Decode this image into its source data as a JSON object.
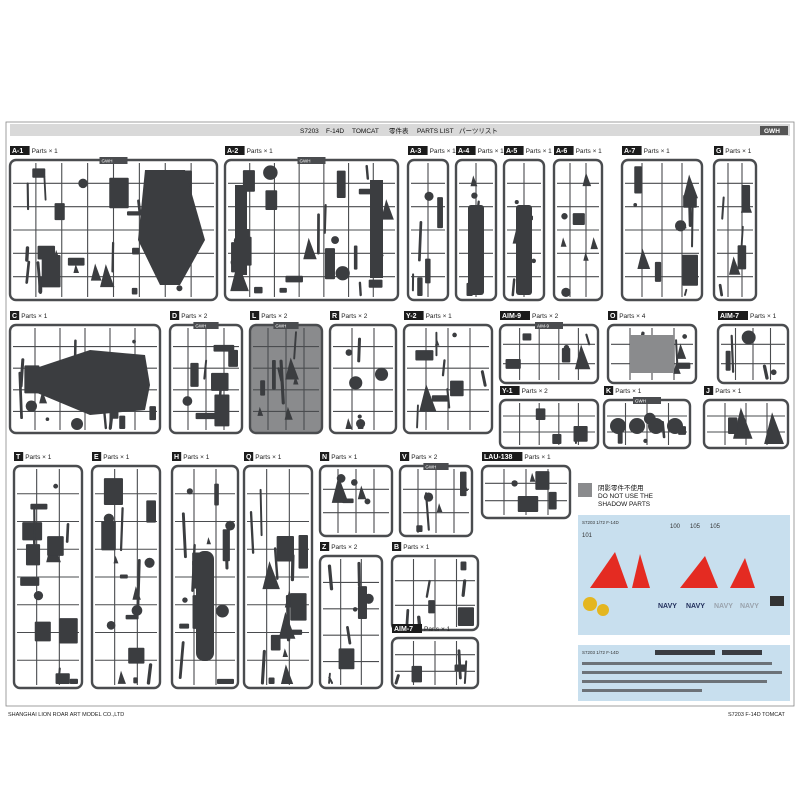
{
  "header": {
    "code": "S7203",
    "model": "F-14D",
    "name": "TOMCAT",
    "cn": "零件表",
    "parts_list": "PARTS LIST",
    "jp": "パーツリスト",
    "logo": "GWH"
  },
  "footer": {
    "company": "SHANGHAI LION ROAR ART MODEL CO.,LTD",
    "right": "S7203    F-14D    TOMCAT"
  },
  "sprues": [
    {
      "id": "A-1",
      "qty": "Parts × 1",
      "tag": "GWH"
    },
    {
      "id": "A-2",
      "qty": "Parts × 1",
      "tag": "GWH"
    },
    {
      "id": "A-3",
      "qty": "Parts × 1"
    },
    {
      "id": "A-4",
      "qty": "Parts × 1"
    },
    {
      "id": "A-5",
      "qty": "Parts × 1"
    },
    {
      "id": "A-6",
      "qty": "Parts × 1"
    },
    {
      "id": "A-7",
      "qty": "Parts × 1"
    },
    {
      "id": "G",
      "qty": "Parts × 1"
    },
    {
      "id": "C",
      "qty": "Parts × 1"
    },
    {
      "id": "D",
      "qty": "Parts × 2",
      "tag": "GWH"
    },
    {
      "id": "L",
      "qty": "Parts × 2",
      "tag": "GWH"
    },
    {
      "id": "R",
      "qty": "Parts × 2"
    },
    {
      "id": "Y-2",
      "qty": "Parts × 1"
    },
    {
      "id": "AIM-9",
      "qty": "Parts × 2",
      "tag": "AIM-9"
    },
    {
      "id": "O",
      "qty": "Parts × 4"
    },
    {
      "id": "AIM-7",
      "qty": "Parts × 1"
    },
    {
      "id": "Y-1",
      "qty": "Parts × 2"
    },
    {
      "id": "K",
      "qty": "Parts × 1",
      "tag": "GWH"
    },
    {
      "id": "J",
      "qty": "Parts × 1"
    },
    {
      "id": "T",
      "qty": "Parts × 1"
    },
    {
      "id": "E",
      "qty": "Parts × 1"
    },
    {
      "id": "H",
      "qty": "Parts × 1"
    },
    {
      "id": "Q",
      "qty": "Parts × 1"
    },
    {
      "id": "N",
      "qty": "Parts × 1"
    },
    {
      "id": "V",
      "qty": "Parts × 2",
      "tag": "GWH"
    },
    {
      "id": "LAU-138",
      "qty": "Parts × 1"
    },
    {
      "id": "Z",
      "qty": "Parts × 2"
    },
    {
      "id": "B",
      "qty": "Parts × 1"
    },
    {
      "id": "AIM-7",
      "qty": "Parts × 1"
    }
  ],
  "notice": {
    "cn": "阴影零件不使用",
    "line1": "DO NOT USE THE",
    "line2": "SHADOW PARTS"
  },
  "decal": {
    "top_label": "S7203  1/72  F-14D",
    "bottom_label": "S7203  1/72  F-14D",
    "navy": "NAVY",
    "numbers": [
      "101",
      "100",
      "105",
      "105"
    ]
  },
  "colors": {
    "part_dark": "#3b3d40",
    "frame": "#4a4c4f",
    "shadow_part": "#8a8b8d",
    "decal_bg": "#c8dfee",
    "decal_red": "#e42b22",
    "header_bar": "#d9d9d9"
  }
}
